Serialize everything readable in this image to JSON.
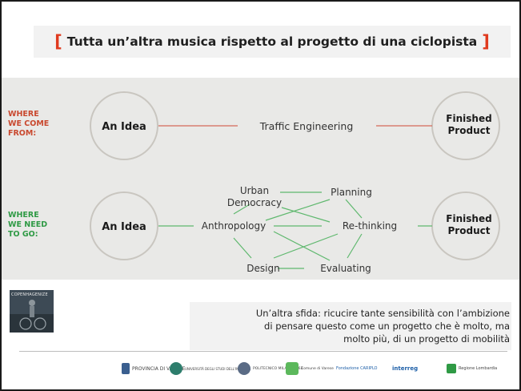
{
  "slide": {
    "title_open": "[",
    "title": "Tutta un’altra musica rispetto al progetto di una ciclopista",
    "title_close": "]",
    "caption_lines": [
      "Un’altra sfida: ricucire tante sensibilità con l’ambizione",
      "di pensare questo come un progetto che è molto, ma",
      "molto più, di un progetto di mobilità"
    ]
  },
  "diagram": {
    "row1_label": [
      "WHERE",
      "WE COME",
      "FROM:"
    ],
    "row1_start": "An Idea",
    "row1_middle": "Traffic Engineering",
    "row1_end": [
      "Finished",
      "Product"
    ],
    "row2_label": [
      "WHERE",
      "WE NEED",
      "TO GO:"
    ],
    "row2_start": "An Idea",
    "row2_end": [
      "Finished",
      "Product"
    ],
    "nodes": {
      "urban_democracy": [
        "Urban",
        "Democracy"
      ],
      "planning": "Planning",
      "anthropology": "Anthropology",
      "rethinking": "Re-thinking",
      "design": "Design",
      "evaluating": "Evaluating"
    }
  },
  "thumbnail": {
    "title": "COPENHAGENIZE"
  },
  "logos": [
    {
      "name": "PROVINCIA DI VARESE"
    },
    {
      "name": "UNIVERSITÀ DEGLI STUDI DELL'INSUBRIA"
    },
    {
      "name": "POLITECNICO MILANO 1863"
    },
    {
      "name": "Comune di Varese"
    },
    {
      "name": "Fondazione CARIPLO"
    },
    {
      "name": "interreg"
    },
    {
      "name": "Regione Lombardia"
    }
  ],
  "colors": {
    "bracket": "#e03a1e",
    "label_red": "#c9482e",
    "label_green": "#2f9a45",
    "line_red": "#d46a5a",
    "line_green": "#5fb86e"
  }
}
